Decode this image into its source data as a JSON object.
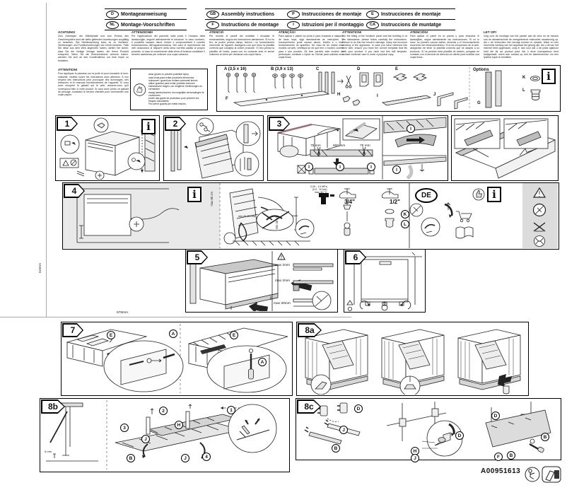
{
  "page": {
    "sheet_width_label": "576mm",
    "sheet_height_label": "515mm",
    "colors": {
      "line": "#1a1a1a",
      "gray_fill": "#d8d8d8",
      "counter_edge_red": "#9c6f74"
    }
  },
  "header": {
    "languages": [
      {
        "code": "D",
        "label": "Montageanweisung"
      },
      {
        "code": "GB",
        "label": "Assembly instructions"
      },
      {
        "code": "P",
        "label": "Instrucciones de montaje"
      },
      {
        "code": "E",
        "label": "Instrucciones de montaje"
      },
      {
        "code": "NL",
        "label": "Montage-Voorschriften"
      },
      {
        "code": "F",
        "label": "Instructions de montage"
      },
      {
        "code": "I",
        "label": "Istruzioni per il montaggio"
      },
      {
        "code": "CA",
        "label": "Instruccions de muntatge"
      }
    ]
  },
  "notices": {
    "de": {
      "heading": "ACHTUNG!",
      "body": "Zum Anbringen der Möbelplatte und zum Einbau des Geschirrspülers sind die dafür geltenden Anweisungen sorgfältig zu beachten. Bei Nichtbeachtung kann es zu Schäden, Verletzungen und Funktionsstörungen am Gerät kommen. Falls Sie diese aus dem Web abgerufen haben, stellen Sie sicher, dass Sie die richtige Vorlage haben, die Ihrem Produkt entspricht. Wenn Sie die Bohrschablone verloren haben, wenden Sie sich an den Kundendienst, um eine Kopie zu bestellen."
    },
    "fr": {
      "heading": "ATTENTION!",
      "body": "Pour appliquer le panneau sur la porte et pour encastrer le lave-vaisselle, veuillez suivre les instructions avec attention. À non respect des instructions peut provoquer des dommages, des blessures et le mauvais fonctionnement de l'appareil. Si vous avez récupéré le gabarit sur le web, assurez-vous qu'il correspond bien à votre produit. Si vous avez perdu ce gabarit de perçage, contactez le service clientèle pour commander une copie papier."
    },
    "it": {
      "heading": "ATTENZIONE!",
      "body": "Per l'applicazione del pannello sulla porta e l'incasso della lavastoviglie, seguire attentamente le istruzioni. In caso contrario, è possibile causare danni, lesioni e compromettere il corretto funzionamento dell'apparecchiatura. Nel caso di reperimento dal web assicurarsi di disporre della dima corretta adatta al proprio prodotto. In caso di smarrimento della dima di foratura contattare il servizio assistenza per ordinare una copia cartacea."
    },
    "ca": {
      "heading": "ATENCIÓ",
      "body": "Per muntar el panell del mobiliari i encastar el rentavaixelles, seguiu les instruccions atentament. Si no ho feu, es poden produir danys, lesions i un funcionament incorrecte de l'aparell. Assegureu-vos que teniu la plantilla correcta que s'adapta al vostre producte. Si heu perdut la plantilla de forats, poseu-vos en contacte amb el servei d'atenció al client per demanar una còpia física."
    },
    "pt": {
      "heading": "ATENÇÃO!",
      "body": "Para aplicar o painel na porta e para encaixar a máquina de lavar loiça, siga atentamente as instruções. O incumprimento pode causar danos, lesões e o mau funcionamento do aparelho. No caso de ter obtido este modelo na web, certifique-se de que tem o modelo correto para o seu produto. Se tiver perdido este modelo de perfuração, contacte o Apoio ao Cliente para solicitar uma cópia física."
    },
    "en": {
      "heading": "ATTENTION!",
      "body": "For the fitting of the furniture panel and the building in of the dishwasher, please follow carefully the instructions. Failure to do this can result in damage, injury and incorrect working of the appliance. In case you have retrieved this from web, ensure you have the correct template that fits with your product. If you have lost this drill template, contact customer care to order a physical copy."
    },
    "es": {
      "heading": "ATENCIÓN!",
      "body": "Para aplicar el panel en la puerta y para empotrar el lavavajillas, seguir atentamente las instrucciones. Si no lo hace, se pueden causar daños, lesiones y el funcionamiento incorrecto del electrodoméstico. Si lo ha recuperado de la web, asegúrese de tener la plantilla correcta que se adapta a su producto. Si ha perdido esta plantilla de taladro, póngase en contacto con el servicio de atención al cliente para solicitar una copia física."
    },
    "nl": {
      "heading": "LET OP!",
      "body": "Volg voor de montage van het paneel aan de deur en de inbouw van de afwasmachine de meegeleverde instructies nauwkeurig op. Als u de instructies niet navolgt kunnen er schade, letsel en een incorrecte werking van het apparaat het gevolg zijn. Als u dit van het internet hebt opgehaald, zorg er dan voor dat u de juiste sjabloon hebt die bij uw product past. Als u deze boorsjabloon bent kwijtgeraakt, neem dan contact op met de klantenservice om een fysieke kopie te bestellen."
    }
  },
  "glove_warning": {
    "lines": [
      "wear gloves to prevent potential injury",
      "usar luvas para evitar possíveis ferimentos",
      "indossare i guanti per evitare potenziali lesioni",
      "utilice guantes para evitar posibles lesiones",
      "Handschuhe tragen, um mögliche Verletzungen zu vermeiden",
      "draag handschoenen om mogelijke verwondingen te voorkomen",
      "porter des gants de protection pour prévenir les risques d'accidents",
      "Feu servir guants per evitar lesions."
    ]
  },
  "parts_box": {
    "a_label": "A (3,5 x 16)",
    "b_label": "B (3,9 x 13)",
    "c_label": "C",
    "d_label": "D",
    "e_label": "E",
    "f_label": "F",
    "h_label": "H",
    "i_label": "I",
    "j_label": "J",
    "options_label": "Options",
    "g_label": "G",
    "k_label": "K",
    "l_label": "L"
  },
  "steps": {
    "s1": {
      "num": "1"
    },
    "s2": {
      "num": "2"
    },
    "s3": {
      "num": "3",
      "dim_left": "75 mm",
      "dim_mid": "600 mm",
      "dim_right": "75 mm",
      "part_letter": "I"
    },
    "s4": {
      "num": "4",
      "pressure": "0,05 - 1,0 MPa",
      "bar": "(0,5 - 10 bar)",
      "temp": "max. 60 °C",
      "tap34": "3/4\"",
      "tap12": "1/2\"",
      "region": "DE",
      "drain": "min Ø 40 mm",
      "dim_v1": "max 80 cm",
      "dim_v2": "min 40 cm",
      "k": "K",
      "l": "L"
    },
    "s5": {
      "num": "5",
      "gap_top": "max 2mm",
      "gap_mid": "max 2mm",
      "gap_bottom": "max 30mm"
    },
    "s6": {
      "num": "6"
    },
    "s7": {
      "num": "7",
      "label_e": "E",
      "label_a": "A"
    },
    "s8a": {
      "num": "8a"
    },
    "s8b": {
      "num": "8b",
      "n1": "1",
      "n2": "2",
      "n3": "3",
      "n4": "4",
      "label_h": "H",
      "label_j": "J",
      "label_b": "B",
      "gap": "5 mm"
    },
    "s8c": {
      "num": "8c",
      "label_d": "D",
      "label_j": "J",
      "label_b": "B",
      "label_h": "H",
      "label_f": "F"
    }
  },
  "footer": {
    "code": "A00951613"
  }
}
